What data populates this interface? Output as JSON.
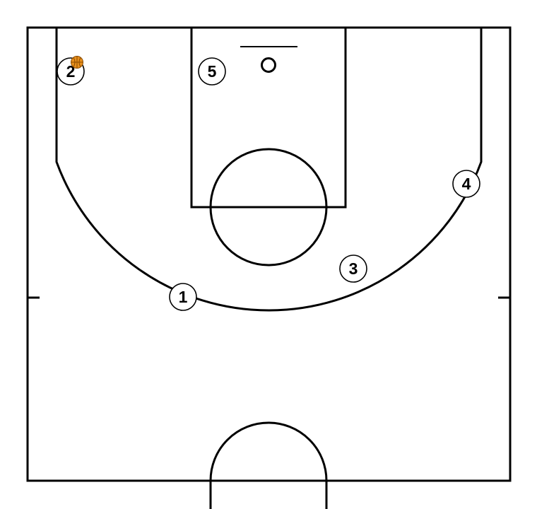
{
  "players": [
    {
      "label": "1"
    },
    {
      "label": "2"
    },
    {
      "label": "3"
    },
    {
      "label": "4"
    },
    {
      "label": "5"
    }
  ],
  "ball": {
    "holder": "2",
    "color": "#e8901c"
  }
}
